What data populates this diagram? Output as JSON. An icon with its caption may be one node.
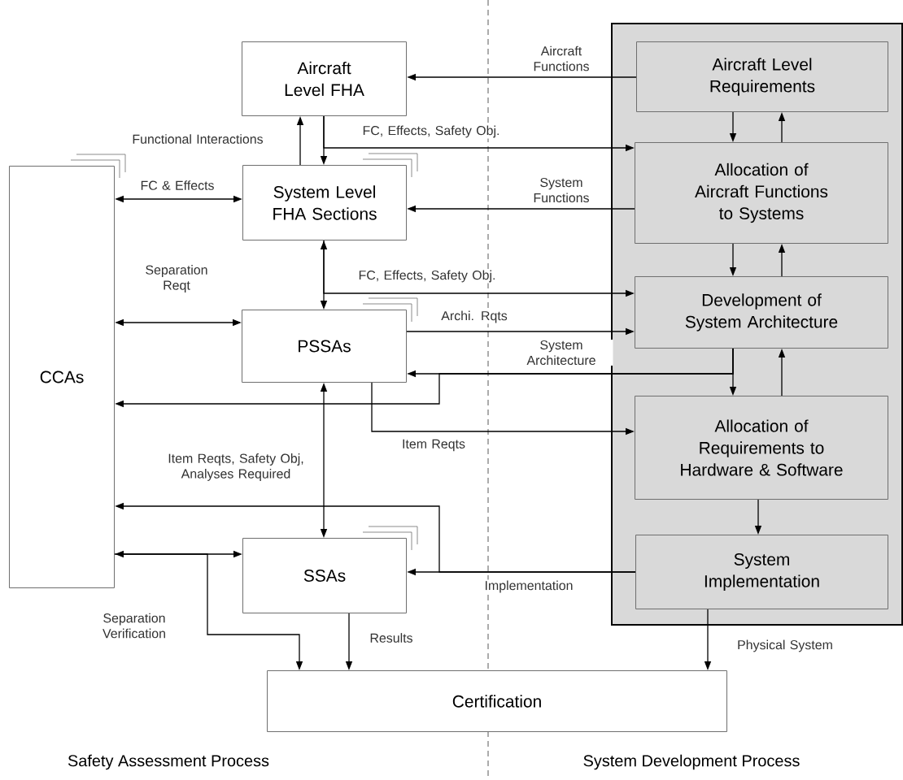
{
  "diagram": {
    "nodes": [
      {
        "text": [
          "Aircraft Level FHA"
        ]
      },
      {
        "text": [
          "System Level FHA Sections"
        ]
      },
      {
        "text": [
          "PSSAs"
        ]
      },
      {
        "text": [
          "SSAs"
        ]
      },
      {
        "text": [
          "CCAs"
        ]
      },
      {
        "text": [
          "Certification"
        ]
      },
      {
        "text": [],
        "shape": "box"
      },
      {
        "text": [
          "Aircraft Level Requirements"
        ],
        "in": 6
      },
      {
        "text": [
          "Allocation of Aircraft Functions to Systems"
        ],
        "in": 6
      },
      {
        "text": [
          "Development of System Architecture"
        ],
        "in": 6
      },
      {
        "text": [
          "Allocation of Requirements to Hardware & Software"
        ],
        "in": 6
      },
      {
        "text": [
          "System Implementation"
        ],
        "in": 6
      }
    ],
    "edges": [
      {
        "from": 7,
        "to": 0,
        "arrow": "to",
        "label": "Aircraft Functions"
      },
      {
        "from": 0,
        "to": 1,
        "arrow": "to"
      },
      {
        "from": 0,
        "to": 8,
        "arrow": "to",
        "label": "FC, Effects, Safety Obj."
      },
      {
        "from": 1,
        "to": 0,
        "arrow": "to",
        "label": "Functional Interactions"
      },
      {
        "from": 4,
        "to": 1,
        "arrow": "both",
        "label": "FC & Effects"
      },
      {
        "from": 8,
        "to": 1,
        "arrow": "to",
        "label": "System Functions"
      },
      {
        "from": 1,
        "to": 2,
        "arrow": "both"
      },
      {
        "from": 1,
        "to": 9,
        "arrow": "to",
        "label": "FC, Effects, Safety Obj."
      },
      {
        "from": 4,
        "to": 2,
        "arrow": "both",
        "label": "Separation Reqt"
      },
      {
        "from": 2,
        "to": 9,
        "arrow": "to",
        "label": "Archi. Rqts"
      },
      {
        "from": 9,
        "to": 2,
        "arrow": "to",
        "label": "System Architecture"
      },
      {
        "from": 9,
        "to": 4,
        "arrow": "to"
      },
      {
        "from": 2,
        "to": 10,
        "arrow": "to",
        "label": "Item Reqts"
      },
      {
        "from": 2,
        "to": 3,
        "arrow": "both",
        "label": "Item Reqts, Safety Obj, Analyses Required"
      },
      {
        "from": 11,
        "to": 3,
        "arrow": "to",
        "label": "Implementation"
      },
      {
        "from": 11,
        "to": 4,
        "arrow": "to"
      },
      {
        "from": 4,
        "to": 3,
        "arrow": "both"
      },
      {
        "from": 4,
        "to": 5,
        "arrow": "to",
        "label": "Separation Verification"
      },
      {
        "from": 3,
        "to": 5,
        "arrow": "to",
        "label": "Results"
      },
      {
        "from": 11,
        "to": 5,
        "arrow": "to",
        "label": "Physical System"
      },
      {
        "from": 7,
        "to": 8,
        "arrow": "to"
      },
      {
        "from": 8,
        "to": 7,
        "arrow": "to"
      },
      {
        "from": 8,
        "to": 9,
        "arrow": "to"
      },
      {
        "from": 9,
        "to": 8,
        "arrow": "to"
      },
      {
        "from": 9,
        "to": 10,
        "arrow": "to"
      },
      {
        "from": 10,
        "to": 9,
        "arrow": "to"
      },
      {
        "from": 10,
        "to": 11,
        "arrow": "to"
      }
    ],
    "labels": [
      "Safety Assessment Process",
      "System Development Process"
    ]
  }
}
